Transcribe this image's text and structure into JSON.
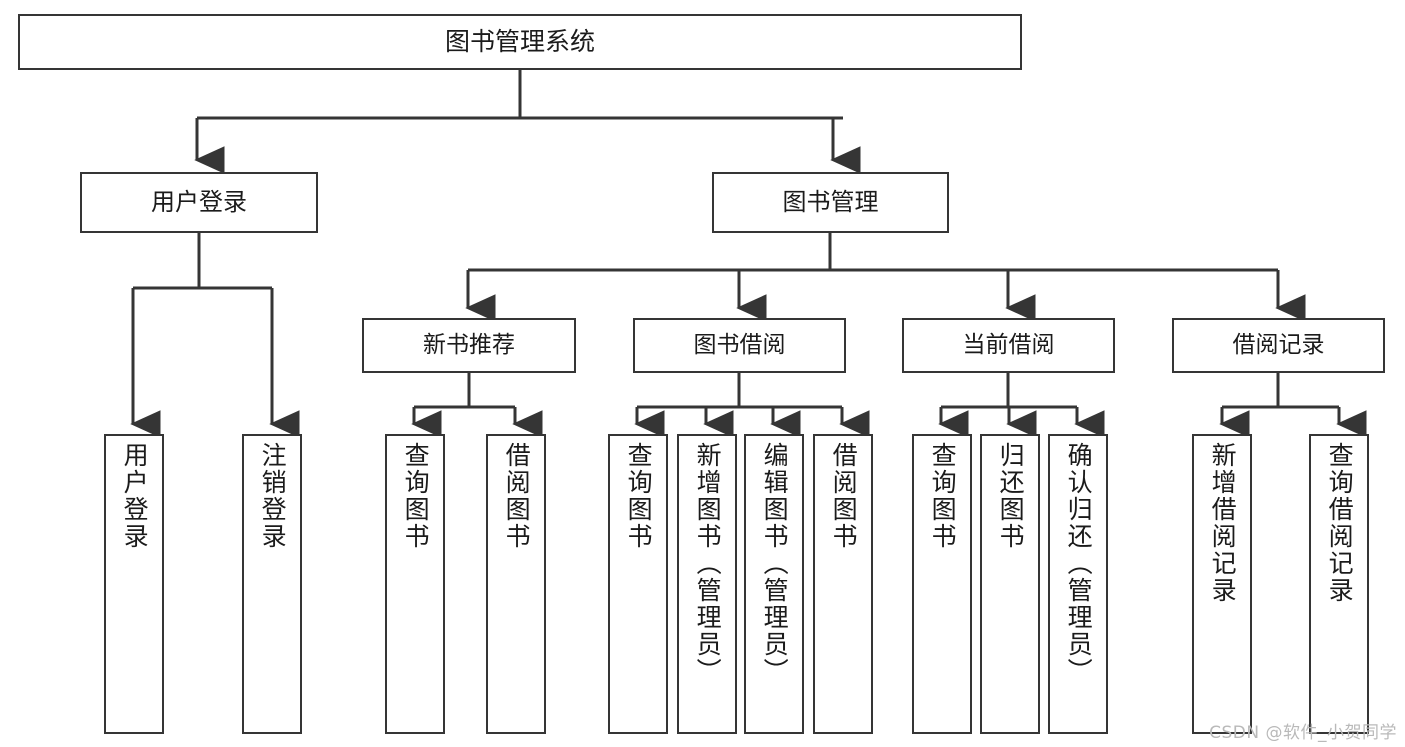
{
  "diagram": {
    "title": "图书管理系统",
    "type": "tree-hierarchy",
    "orientation": "top-down",
    "colors": {
      "border": "#353535",
      "background": "#ffffff",
      "text": "#1b1b1b",
      "watermark": "#b9b9b9"
    },
    "watermark": "CSDN @软件_小贺同学",
    "root": {
      "label": "图书管理系统"
    },
    "level1": [
      {
        "label": "用户登录"
      },
      {
        "label": "图书管理"
      }
    ],
    "level2": [
      {
        "label": "新书推荐",
        "parent": "图书管理"
      },
      {
        "label": "图书借阅",
        "parent": "图书管理"
      },
      {
        "label": "当前借阅",
        "parent": "图书管理"
      },
      {
        "label": "借阅记录",
        "parent": "图书管理"
      }
    ],
    "leaves": {
      "user_login": [
        {
          "label": "用户登录"
        },
        {
          "label": "注销登录"
        }
      ],
      "new_book_recommend": [
        {
          "label": "查询图书"
        },
        {
          "label": "借阅图书"
        }
      ],
      "book_borrow": [
        {
          "label": "查询图书"
        },
        {
          "label": "新增图书（管理员）"
        },
        {
          "label": "编辑图书（管理员）"
        },
        {
          "label": "借阅图书"
        }
      ],
      "current_borrow": [
        {
          "label": "查询图书"
        },
        {
          "label": "归还图书"
        },
        {
          "label": "确认归还（管理员）"
        }
      ],
      "borrow_record": [
        {
          "label": "新增借阅记录"
        },
        {
          "label": "查询借阅记录"
        }
      ]
    }
  }
}
